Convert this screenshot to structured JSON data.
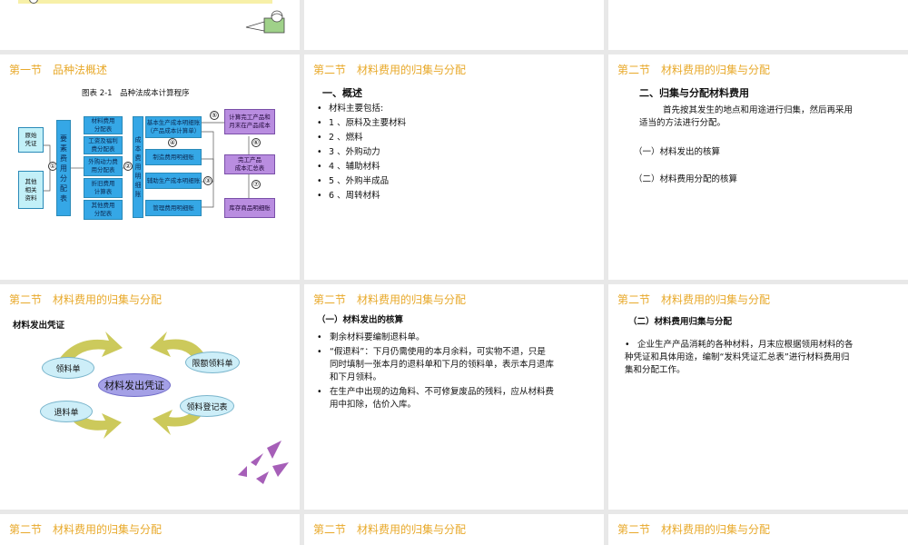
{
  "slides": {
    "s1": {
      "title_fragment": ""
    },
    "s4": {
      "title": "第一节　品种法概述",
      "chart_caption": "图表 2-1　品种法成本计算程序",
      "flow": {
        "source_a": "原始\n凭证",
        "source_b": "其他\n相关\n资料",
        "distribution": "要\n素\n费\n用\n分\n配\n表",
        "expense_items": [
          "材料费用\n分配表",
          "工资及福利\n费分配表",
          "外购动力费\n用分配表",
          "折旧费用\n计算表",
          "其他费用\n分配表"
        ],
        "ledger": "成\n本\n费\n用\n明\n细\n账",
        "accounts": [
          "基本生产成本明细账\n（产品成本计算单）",
          "制造费用明细账",
          "辅助生产成本明细账",
          "管理费用明细账"
        ],
        "results": [
          "计算完工产品和\n月末在产品成本",
          "完工产品\n成本汇总表",
          "库存商品明细账"
        ],
        "step_numbers": [
          "①",
          "②",
          "③",
          "④",
          "⑤",
          "⑥",
          "⑦"
        ]
      }
    },
    "s5": {
      "title": "第二节　材料费用的归集与分配",
      "heading": "一、概述",
      "items": [
        "材料主要包括:",
        "1 、原料及主要材料",
        "2 、燃料",
        "3 、外购动力",
        "4 、辅助材料",
        "5 、外购半成品",
        "6 、周转材料"
      ]
    },
    "s6": {
      "title": "第二节　材料费用的归集与分配",
      "heading": "二、归集与分配材料费用",
      "paragraph_1": "首先按其发生的地点和用途进行归集，然后再采用",
      "paragraph_2": "适当的方法进行分配。",
      "sub_1": "（一）材料发出的核算",
      "sub_2": "（二）材料费用分配的核算"
    },
    "s7": {
      "title": "第二节　材料费用的归集与分配",
      "heading": "材料发出凭证",
      "center": "材料发出凭证",
      "leaves": [
        "领料单",
        "退料单",
        "限额领料单",
        "领料登记表"
      ]
    },
    "s8": {
      "title": "第二节　材料费用的归集与分配",
      "heading": "（一）材料发出的核算",
      "bullet_1": "剩余材料要编制退料单。",
      "bullet_2_l1": "“假退料”：下月仍需使用的本月余料，可实物不退，只是",
      "bullet_2_l2": "同时填制一张本月的退料单和下月的领料单，表示本月退库",
      "bullet_2_l3": "和下月领料。",
      "bullet_3_l1": "在生产中出现的边角料、不可修复废品的残料，应从材料费",
      "bullet_3_l2": "用中扣除，估价入库。"
    },
    "s9": {
      "title": "第二节　材料费用的归集与分配",
      "heading": "（二）材料费用归集与分配",
      "bullet_l1": "企业生产产品消耗的各种材料，月末应根据领用材料的各",
      "bullet_l2": "种凭证和具体用途，编制“发料凭证汇总表”进行材料费用归",
      "bullet_l3": "集和分配工作。"
    },
    "s10": {
      "title": "第二节　材料费用的归集与分配"
    },
    "s11": {
      "title": "第二节　材料费用的归集与分配"
    },
    "s12": {
      "title": "第二节　材料费用的归集与分配"
    }
  },
  "colors": {
    "title": "#e8a92a",
    "flow_light": "#c2f0f8",
    "flow_blue": "#35a7e6",
    "flow_purple": "#b98de0",
    "mind_center": "#a4a0e6",
    "mind_leaf": "#cdeef8",
    "mind_arrow": "#c7c44a"
  }
}
